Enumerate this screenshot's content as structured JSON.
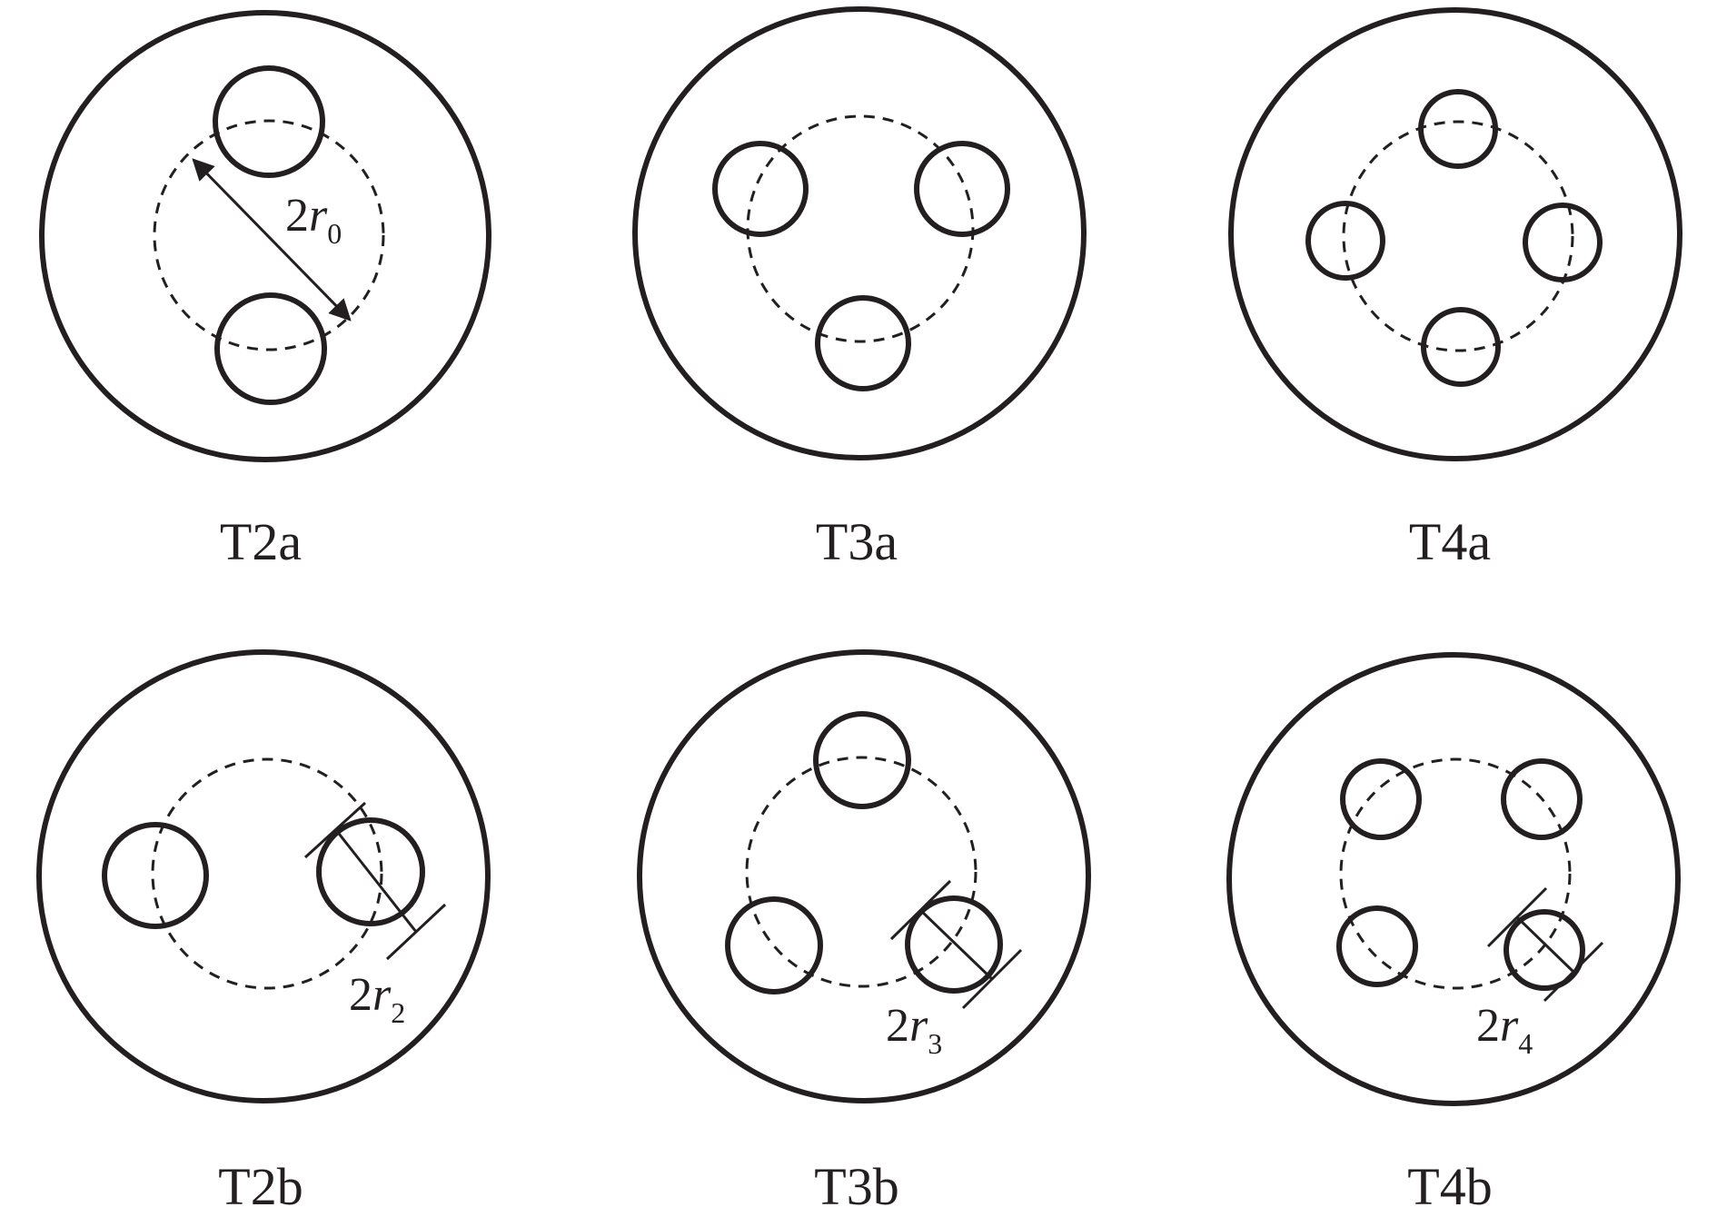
{
  "colors": {
    "ink": "#231f20",
    "background": "#ffffff"
  },
  "panels": [
    {
      "id": "T2a",
      "caption": "T2a",
      "holes": 2,
      "variant": "a",
      "dim_label": {
        "coef": "2",
        "var": "r",
        "sub": "0"
      }
    },
    {
      "id": "T3a",
      "caption": "T3a",
      "holes": 3,
      "variant": "a"
    },
    {
      "id": "T4a",
      "caption": "T4a",
      "holes": 4,
      "variant": "a"
    },
    {
      "id": "T2b",
      "caption": "T2b",
      "holes": 2,
      "variant": "b",
      "dim_label": {
        "coef": "2",
        "var": "r",
        "sub": "2"
      }
    },
    {
      "id": "T3b",
      "caption": "T3b",
      "holes": 3,
      "variant": "b",
      "dim_label": {
        "coef": "2",
        "var": "r",
        "sub": "3"
      }
    },
    {
      "id": "T4b",
      "caption": "T4b",
      "holes": 4,
      "variant": "b",
      "dim_label": {
        "coef": "2",
        "var": "r",
        "sub": "4"
      }
    }
  ]
}
